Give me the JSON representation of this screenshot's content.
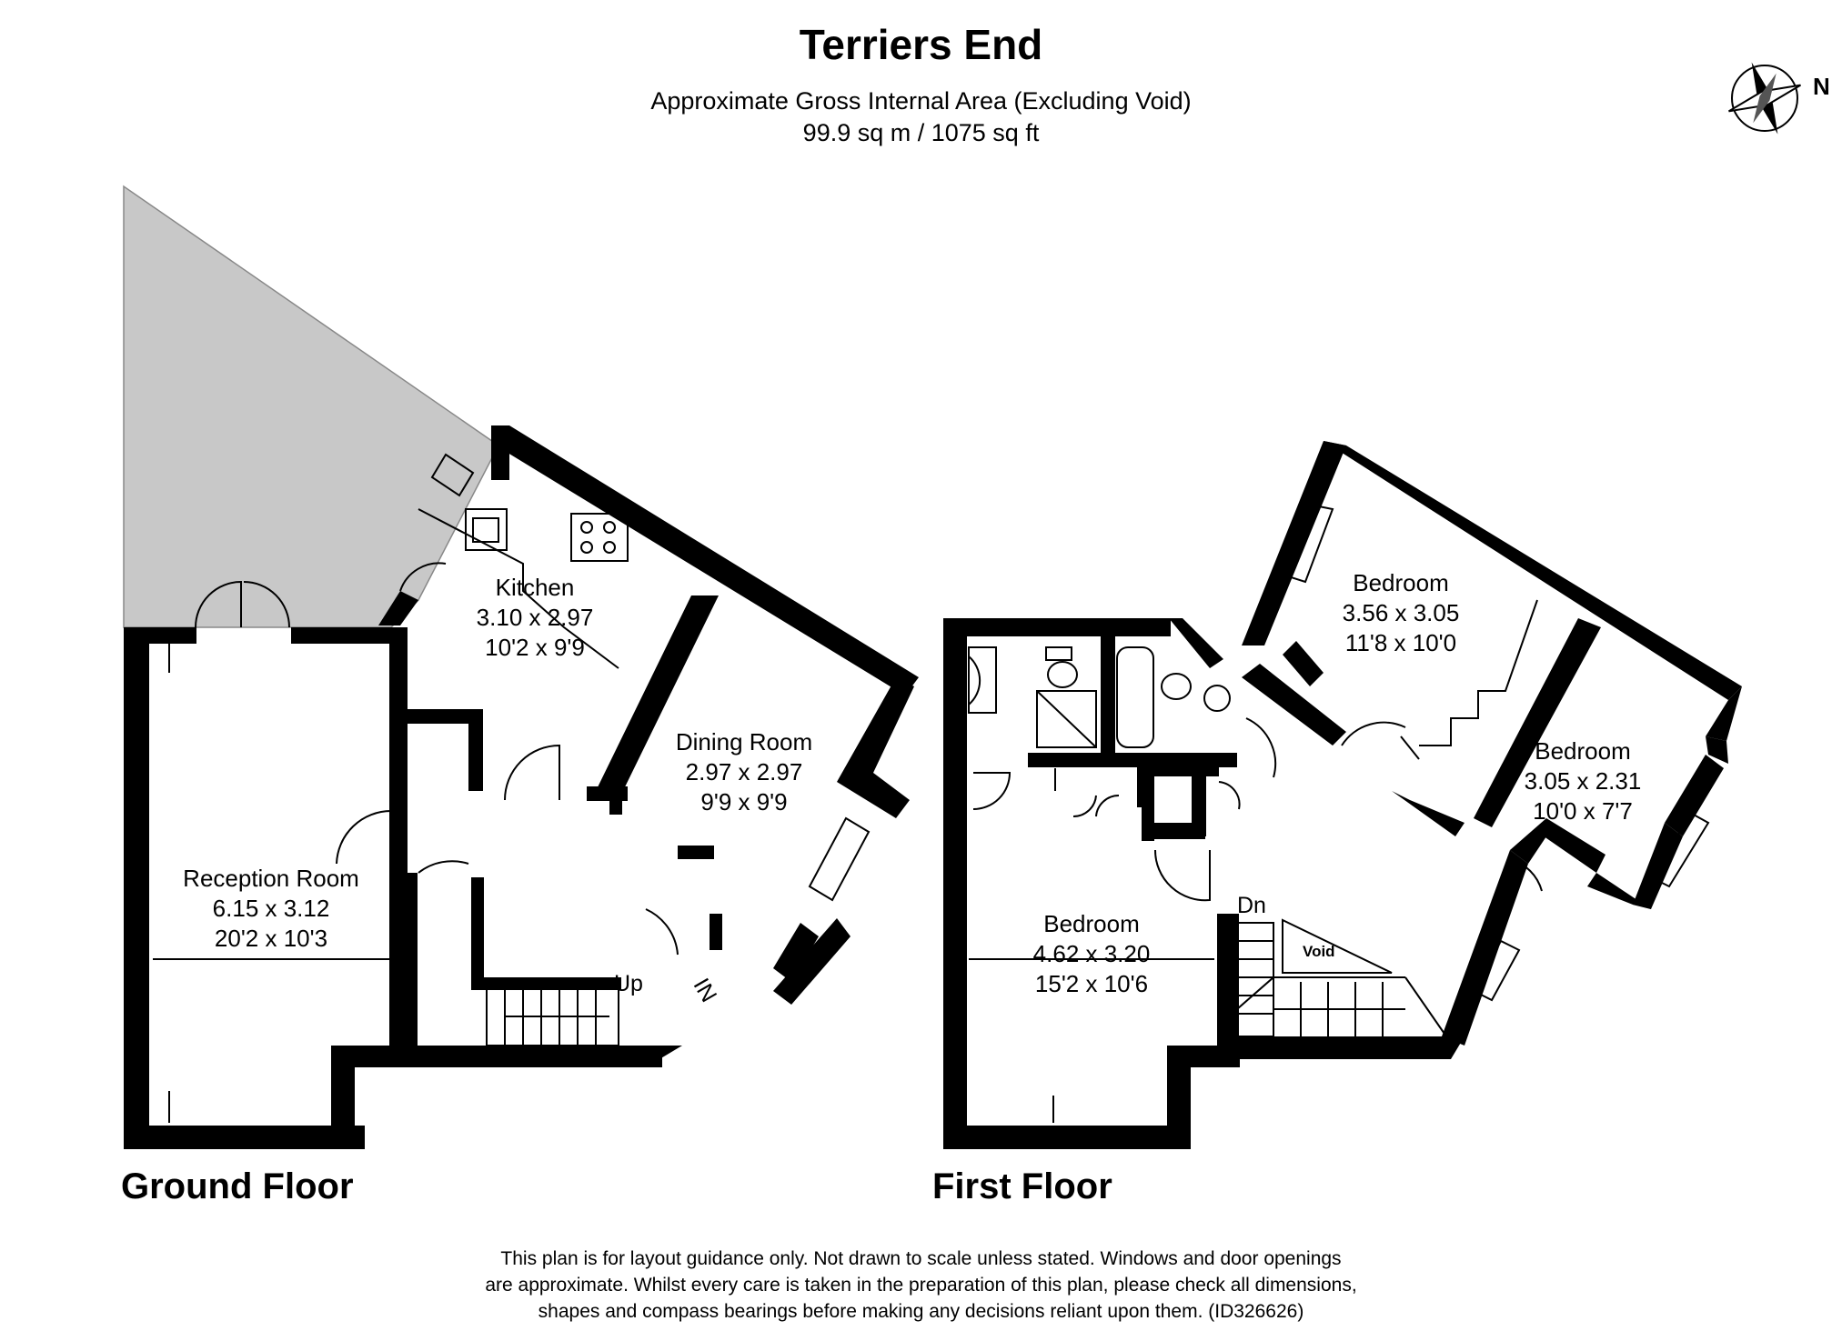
{
  "title": "Terriers End",
  "subtitle_line1": "Approximate Gross Internal Area (Excluding Void)",
  "subtitle_line2": "99.9 sq m / 1075 sq ft",
  "compass": {
    "label": "N"
  },
  "ground_floor": {
    "label": "Ground Floor",
    "rooms": [
      {
        "name": "Kitchen",
        "metric": "3.10 x 2.97",
        "imperial": "10'2 x 9'9"
      },
      {
        "name": "Dining Room",
        "metric": "2.97 x 2.97",
        "imperial": "9'9 x 9'9"
      },
      {
        "name": "Reception Room",
        "metric": "6.15 x 3.12",
        "imperial": "20'2 x 10'3"
      }
    ],
    "stairs_label": "Up",
    "entrance_label": "IN"
  },
  "first_floor": {
    "label": "First Floor",
    "rooms": [
      {
        "name": "Bedroom",
        "metric": "3.56 x 3.05",
        "imperial": "11'8 x 10'0"
      },
      {
        "name": "Bedroom",
        "metric": "3.05 x 2.31",
        "imperial": "10'0 x 7'7"
      },
      {
        "name": "Bedroom",
        "metric": "4.62 x 3.20",
        "imperial": "15'2 x 10'6"
      }
    ],
    "stairs_label": "Dn",
    "void_label": "Void"
  },
  "disclaimer": {
    "line1": "This plan is for layout guidance only. Not drawn to scale unless stated. Windows and door openings",
    "line2": "are approximate. Whilst every care is taken in the preparation of this plan, please check all dimensions,",
    "line3": "shapes and compass bearings before making any decisions reliant upon them. (ID326626)"
  },
  "colors": {
    "wall": "#000000",
    "garden": "#c8c8c8",
    "background": "#ffffff"
  }
}
